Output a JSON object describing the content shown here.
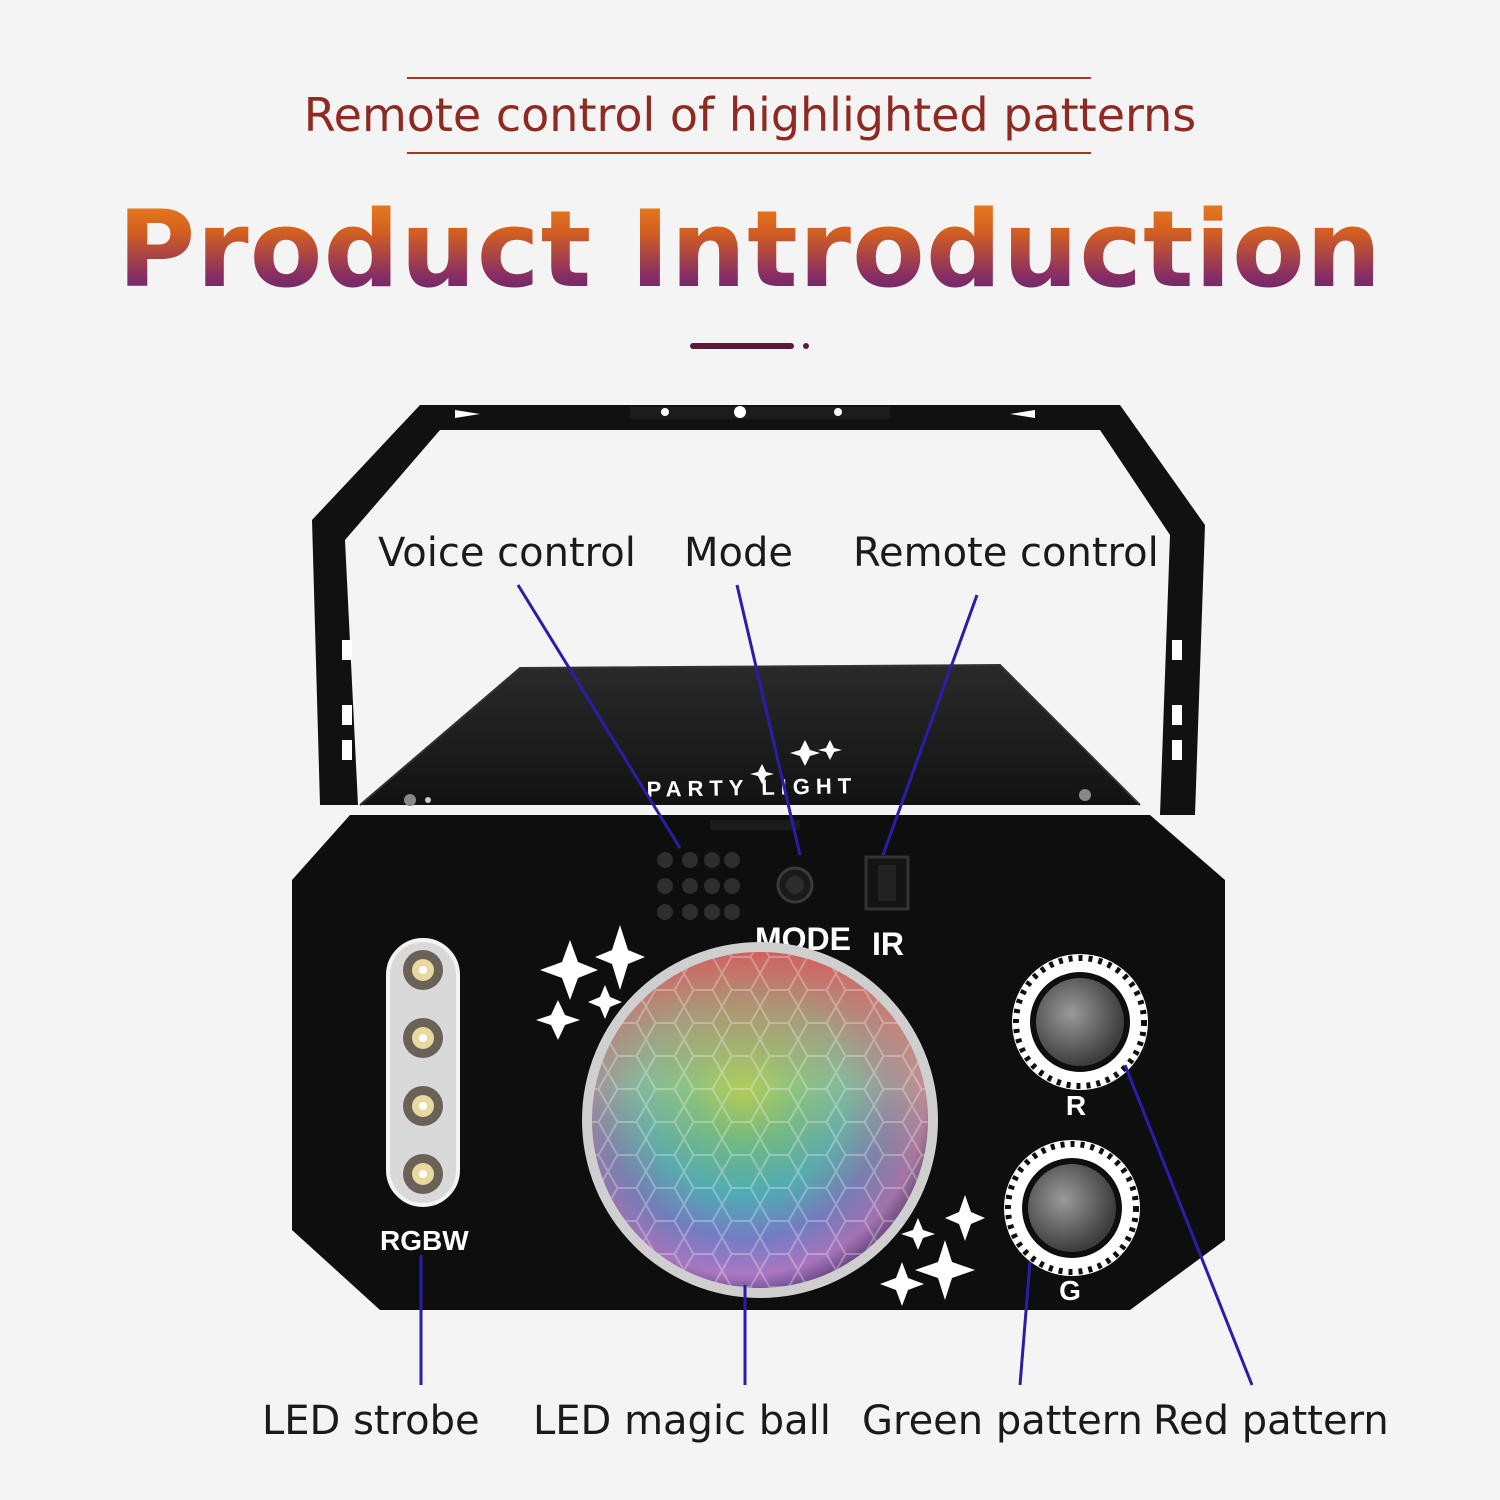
{
  "header": {
    "subtitle": "Remote control of highlighted patterns",
    "title": "Product Introduction"
  },
  "device": {
    "brand_text": "PARTY LIGHT",
    "mode_label": "MODE",
    "ir_label": "IR",
    "strobe_label": "RGBW",
    "red_label": "R",
    "green_label": "G"
  },
  "callouts": {
    "voice_control": "Voice control",
    "mode": "Mode",
    "remote_control": "Remote control",
    "led_strobe": "LED strobe",
    "led_magic_ball": "LED magic ball",
    "green_pattern": "Green pattern",
    "red_pattern": "Red pattern"
  },
  "colors": {
    "subtitle": "#8e2a22",
    "title_gradient_top": "#f08a1e",
    "title_gradient_bottom": "#4a1f7a",
    "leader_line": "#2a1ea8",
    "device_body": "#0e0e0e"
  }
}
